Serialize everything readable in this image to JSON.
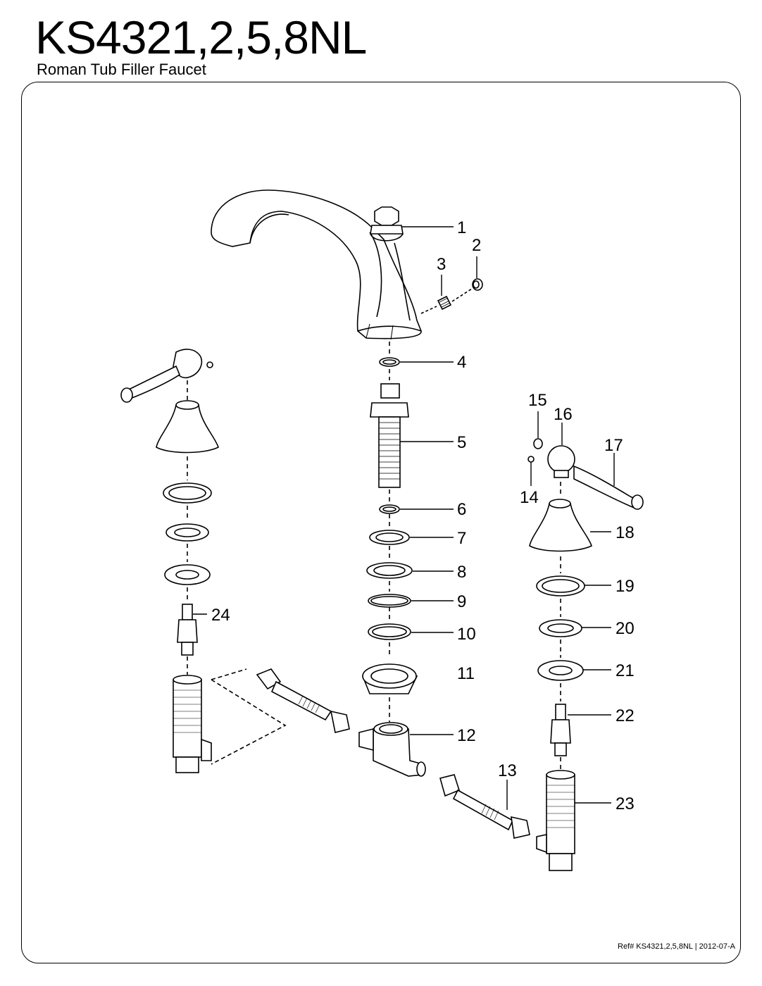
{
  "header": {
    "model": "KS4321,2,5,8NL",
    "subtitle": "Roman Tub Filler Faucet"
  },
  "parts": [
    "1",
    "2",
    "3",
    "4",
    "5",
    "6",
    "7",
    "8",
    "9",
    "10",
    "11",
    "12",
    "13",
    "14",
    "15",
    "16",
    "17",
    "18",
    "19",
    "20",
    "21",
    "22",
    "23",
    "24"
  ],
  "footer": {
    "ref": "Ref# KS4321,2,5,8NL",
    "separator": "|",
    "date": "2012-07-A"
  }
}
